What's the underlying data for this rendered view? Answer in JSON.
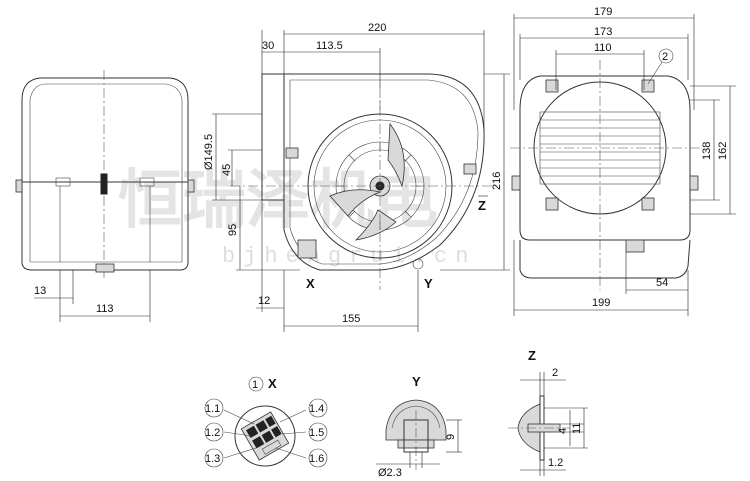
{
  "dimensions": {
    "d220": "220",
    "d30": "30",
    "d113_5": "113.5",
    "d179": "179",
    "d173": "173",
    "d110": "110",
    "d2_circ": "2",
    "d149_5": "Ø149.5",
    "d45": "45",
    "d95": "95",
    "d216": "216",
    "d138": "138",
    "d162": "162",
    "d13": "13",
    "d113": "113",
    "d12": "12",
    "d155": "155",
    "d199": "199",
    "d54": "54"
  },
  "view_labels": {
    "X": "X",
    "Y": "Y",
    "Z": "Z"
  },
  "details": {
    "x_title_num": "1",
    "x_title": "X",
    "x_pins": [
      "1.1",
      "1.2",
      "1.3",
      "1.4",
      "1.5",
      "1.6"
    ],
    "y_title": "Y",
    "y_d9": "9",
    "y_d2_3": "Ø2.3",
    "z_title": "Z",
    "z_d2": "2",
    "z_d4": "4",
    "z_d11": "11",
    "z_d1_2": "1.2"
  },
  "watermark": {
    "brand_text": "恒瑞泽机电",
    "url_text": "bjhengrui.cn"
  }
}
